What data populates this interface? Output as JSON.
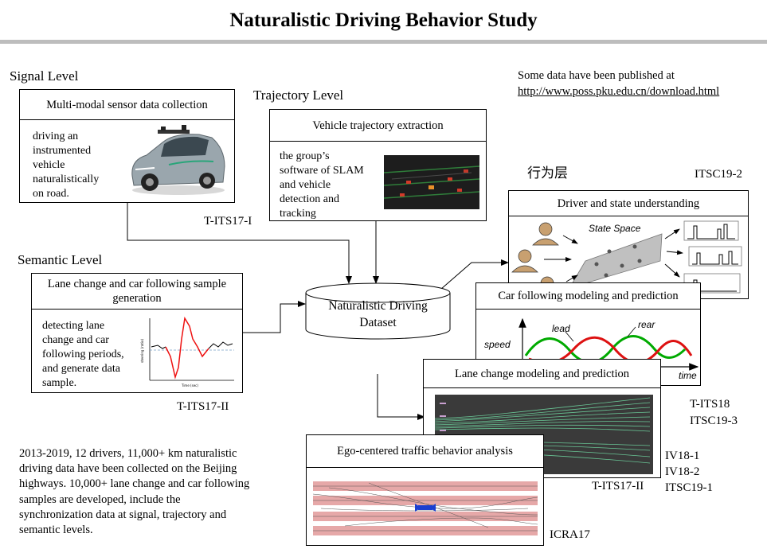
{
  "title": "Naturalistic Driving Behavior Study",
  "published_note": {
    "line1": "Some data have been published  at",
    "url": "http://www.poss.pku.edu.cn/download.html"
  },
  "signal": {
    "level_label": "Signal Level",
    "box_title": "Multi-modal  sensor data collection",
    "text": [
      "driving  an",
      "instrumented",
      "vehicle",
      "naturalistically",
      "on road."
    ],
    "ref": "T-ITS17-I"
  },
  "trajectory": {
    "level_label": "Trajectory Level",
    "box_title": "Vehicle  trajectory  extraction",
    "text": [
      "the group’s",
      "software of SLAM",
      "and vehicle",
      "detection and",
      "tracking"
    ]
  },
  "semantic": {
    "level_label": "Semantic Level",
    "box_title_1": "Lane change  and car following  sample",
    "box_title_2": "generation",
    "text": [
      "detecting lane",
      "change and car",
      "following periods,",
      "and generate data",
      "sample."
    ],
    "ref": "T-ITS17-II"
  },
  "dataset": {
    "line1": "Naturalistic  Driving",
    "line2": "Dataset"
  },
  "behavior": {
    "layer_label": "行为层",
    "ref_top": "ITSC19-2",
    "driver_title": "Driver  and  state understanding",
    "state_space": "State Space",
    "car_title": "Car following  modeling  and prediction",
    "car_labels": {
      "lead": "lead",
      "rear": "rear",
      "speed": "speed",
      "time": "time"
    },
    "lane_title": "Lane change  modeling  and prediction",
    "refs_right": [
      "T-ITS18",
      "ITSC19-3"
    ],
    "refs_lane": [
      "IV18-1",
      "IV18-2",
      "ITSC19-1"
    ],
    "ref_lane_bottom": "T-ITS17-II",
    "ego_title": "Ego-centered  traffic  behavior  analysis",
    "ego_ref": "ICRA17"
  },
  "summary": [
    "2013-2019, 12 drivers,  11,000+ km naturalistic",
    "driving  data have been collected  on the Beijing",
    "highways.  10,000+ lane change  and car following",
    "samples are developed,  include  the",
    "synchronization  data at signal,  trajectory  and",
    "semantic  levels."
  ],
  "colors": {
    "lead_curve": "#00aa00",
    "rear_curve": "#dd1111",
    "lane_bg": "#3a3a3a",
    "ego_band": "#e6a8a8"
  }
}
